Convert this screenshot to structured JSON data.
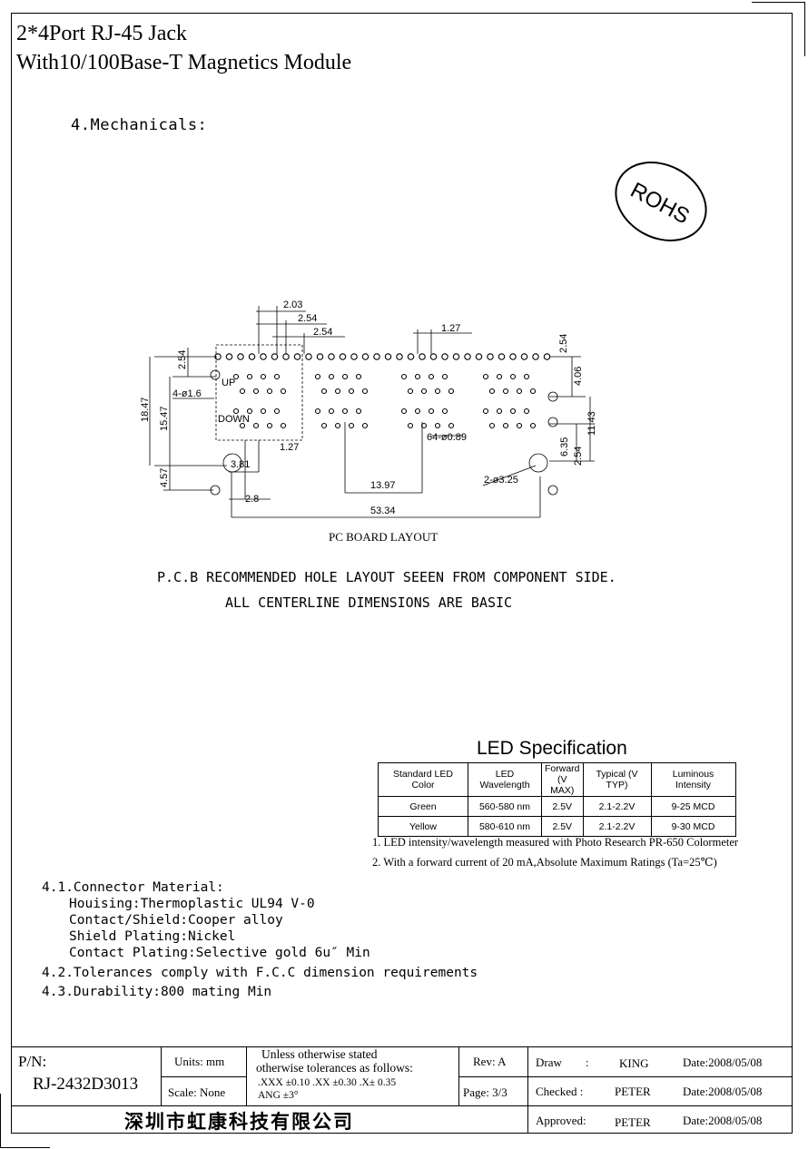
{
  "title": {
    "line1": "2*4Port RJ-45   Jack",
    "line2": "With10/100Base-T Magnetics Module"
  },
  "section_heading": "4.Mechanicals:",
  "rohs_stamp": "ROHS",
  "drawing": {
    "dims": {
      "d203": "2.03",
      "d254a": "2.54",
      "d254b": "2.54",
      "d127": "1.27",
      "d254left": "2.54",
      "d1847": "18.47",
      "d1547": "15.47",
      "hole4": "4-ø1.6",
      "d457": "4.57",
      "d28": "2.8",
      "d381": "3.81",
      "d127b": "1.27",
      "d1397": "13.97",
      "d5334": "53.34",
      "d254right": "2.54",
      "d406": "4.06",
      "d1143": "11.43",
      "d635": "6.35",
      "d254r2": "2.54",
      "hole64": "64-ø0.89",
      "hole2": "2-ø3.25"
    },
    "labels": {
      "up": "UP",
      "down": "DOWN"
    },
    "caption": "PC BOARD LAYOUT"
  },
  "notes": {
    "line1": "P.C.B RECOMMENDED HOLE LAYOUT SEEEN FROM COMPONENT SIDE.",
    "line2": "ALL CENTERLINE DIMENSIONS ARE BASIC"
  },
  "led": {
    "title": "LED Specification",
    "headers": [
      "Standard LED Color",
      "LED Wavelength",
      "Forward (V MAX)",
      "Typical (V TYP)",
      "Luminous Intensity"
    ],
    "rows": [
      [
        "Green",
        "560-580 nm",
        "2.5V",
        "2.1-2.2V",
        "9-25 MCD"
      ],
      [
        "Yellow",
        "580-610 nm",
        "2.5V",
        "2.1-2.2V",
        "9-30 MCD"
      ]
    ],
    "notes": [
      "1. LED intensity/wavelength measured with Photo Research PR-650 Colormeter",
      "2. With a forward current of 20 mA,Absolute Maximum Ratings (Ta=25℃)"
    ]
  },
  "specs": {
    "s41": "4.1.Connector Material:",
    "housing": "Houising:Thermoplastic UL94 V-0",
    "contact": "Contact/Shield:Cooper alloy",
    "plating": "Shield Plating:Nickel",
    "cplating": "Contact Plating:Selective gold 6u″ Min",
    "s42": "4.2.Tolerances comply with F.C.C dimension requirements",
    "s43": "4.3.Durability:800 mating Min"
  },
  "titleblock": {
    "pn_label": "P/N:",
    "pn_value": "RJ-2432D3013",
    "units": "Units: mm",
    "scale": "Scale: None",
    "tol1": "Unless otherwise stated",
    "tol2": "otherwise tolerances as follows:",
    "tol3": ".XXX ±0.10 .XX ±0.30 .X± 0.35",
    "tol4": "ANG ±3°",
    "rev": "Rev: A",
    "page": "Page: 3/3",
    "draw_label": "Draw",
    "draw_colon": ":",
    "draw_name": "KING",
    "draw_date": "Date:2008/05/08",
    "checked_label": "Checked :",
    "checked_name": "PETER",
    "checked_date": "Date:2008/05/08",
    "approved_label": "Approved:",
    "approved_name": "PETER",
    "approved_date": "Date:2008/05/08",
    "company": "深圳市虹康科技有限公司"
  }
}
